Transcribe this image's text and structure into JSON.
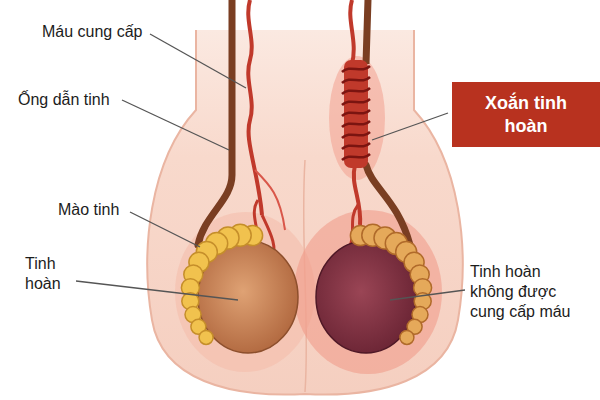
{
  "diagram": {
    "nodes": [
      {
        "text": [
          "Xoắn tinh hoàn"
        ]
      }
    ],
    "labels": [
      "Máu cung cấp",
      "Ống dẫn tinh",
      "Mào tinh",
      "Tinh hoàn",
      "Tinh hoàn không được cung cấp máu"
    ]
  }
}
